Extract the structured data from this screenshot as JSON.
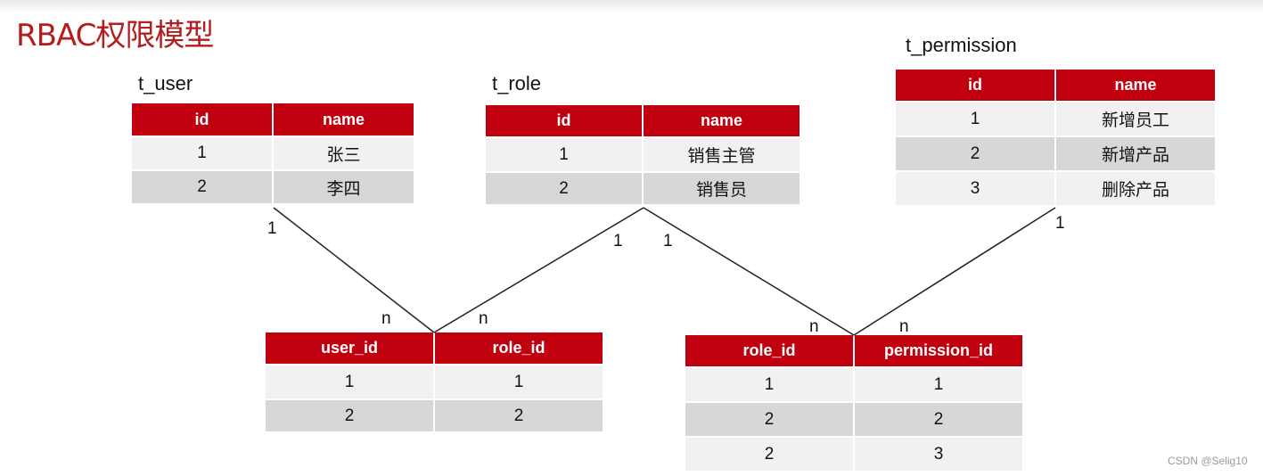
{
  "title": "RBAC权限模型",
  "tables": {
    "t_user": {
      "label": "t_user",
      "headers": [
        "id",
        "name"
      ],
      "rows": [
        [
          "1",
          "张三"
        ],
        [
          "2",
          "李四"
        ]
      ]
    },
    "t_role": {
      "label": "t_role",
      "headers": [
        "id",
        "name"
      ],
      "rows": [
        [
          "1",
          "销售主管"
        ],
        [
          "2",
          "销售员"
        ]
      ]
    },
    "t_permission": {
      "label": "t_permission",
      "headers": [
        "id",
        "name"
      ],
      "rows": [
        [
          "1",
          "新增员工"
        ],
        [
          "2",
          "新增产品"
        ],
        [
          "3",
          "删除产品"
        ]
      ]
    },
    "user_role": {
      "headers": [
        "user_id",
        "role_id"
      ],
      "rows": [
        [
          "1",
          "1"
        ],
        [
          "2",
          "2"
        ]
      ]
    },
    "role_permission": {
      "headers": [
        "role_id",
        "permission_id"
      ],
      "rows": [
        [
          "1",
          "1"
        ],
        [
          "2",
          "2"
        ],
        [
          "2",
          "3"
        ]
      ]
    }
  },
  "relations": {
    "user_side": "1",
    "user_role_user_side": "n",
    "role_to_user_role": "1",
    "user_role_role_side": "n",
    "role_to_role_permission": "1",
    "role_permission_role_side": "n",
    "permission_side": "1",
    "role_permission_permission_side": "n"
  },
  "watermark": "CSDN @Selig10",
  "colors": {
    "title": "#b41d1d",
    "header_bg": "#c0000f",
    "row_light": "#f1f1f1",
    "row_dark": "#d7d7d7"
  }
}
